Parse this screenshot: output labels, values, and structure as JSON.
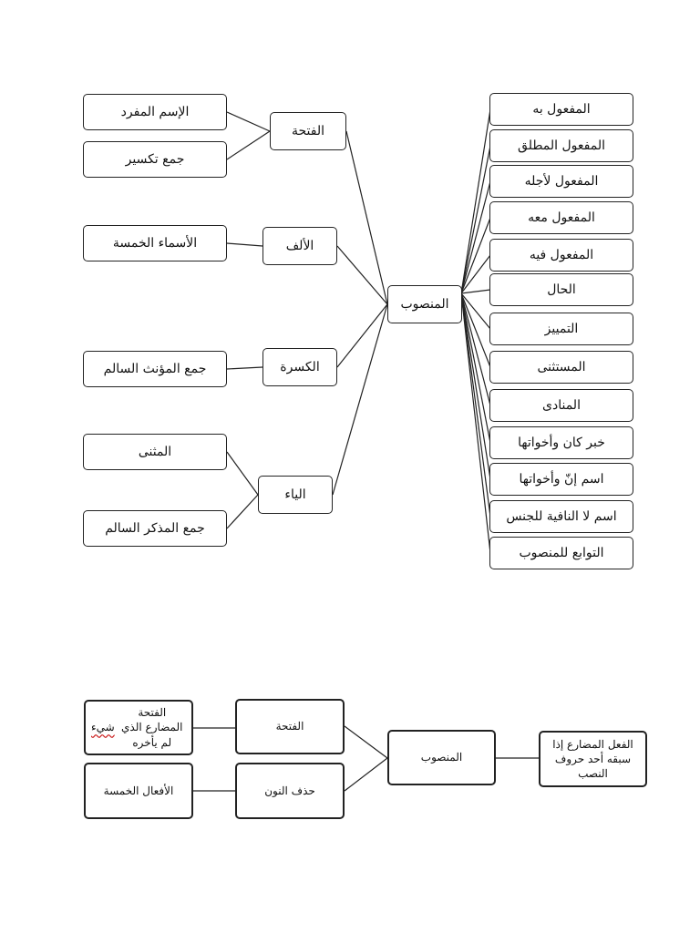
{
  "diagram1": {
    "center": "المنصوب",
    "right_items": [
      "المفعول به",
      "المفعول المطلق",
      "المفعول لأجله",
      "المفعول معه",
      "المفعول فيه",
      "الحال",
      "التمييز",
      "المستثنى",
      "المنادى",
      "خبر كان وأخواتها",
      "اسم إنّ وأخواتها",
      "اسم لا النافية للجنس",
      "التوابع للمنصوب"
    ],
    "marks": {
      "fatha": "الفتحة",
      "alif": "الألف",
      "kasra": "الكسرة",
      "yaa": "الياء"
    },
    "leaves": {
      "singular": "الإسم المفرد",
      "broken_plural": "جمع تكسير",
      "five_nouns": "الأسماء الخمسة",
      "fem_plural": "جمع المؤنث السالم",
      "dual": "المثنى",
      "masc_plural": "جمع المذكر السالم"
    }
  },
  "diagram2": {
    "right": "الفعل المضارع إذا سبقه أحد حروف النصب",
    "center": "المنصوب",
    "fatha": "الفتحة",
    "nun_deletion": "حذف النون",
    "fatha_leaf_text": "الفتحة المضارع الذي لم يأخره",
    "fatha_leaf_word": "شيء",
    "five_verbs": "الأفعال الخمسة"
  }
}
